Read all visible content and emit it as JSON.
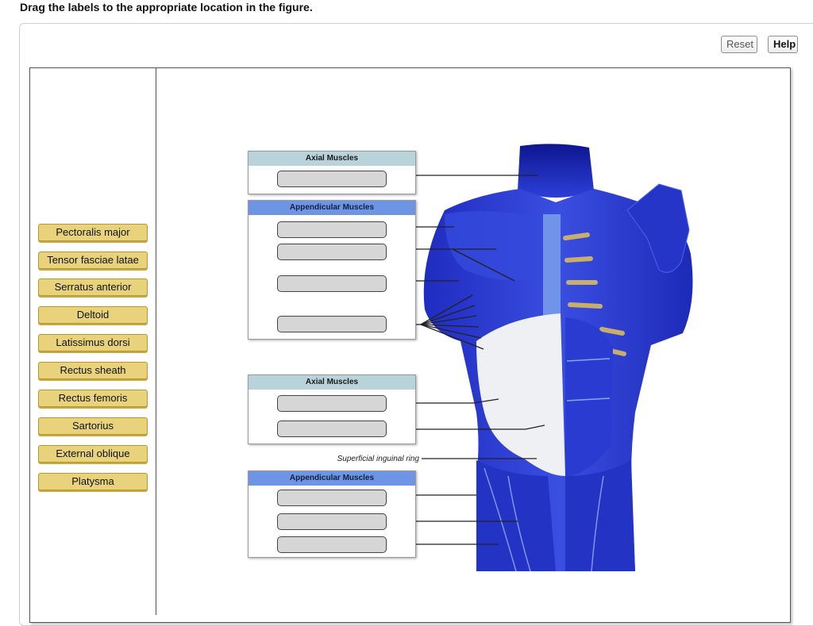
{
  "instruction": "Drag the labels to the appropriate location in the figure.",
  "toolbar": {
    "reset_label": "Reset",
    "help_label": "Help"
  },
  "label_bank": [
    "Pectoralis major",
    "Tensor fasciae latae",
    "Serratus anterior",
    "Deltoid",
    "Latissimus dorsi",
    "Rectus sheath",
    "Rectus femoris",
    "Sartorius",
    "External oblique",
    "Platysma"
  ],
  "figure": {
    "group1_title": "Axial Muscles",
    "group2_title": "Appendicular Muscles",
    "group3_title": "Axial Muscles",
    "group4_title": "Appendicular Muscles",
    "inguinal_label": "Superficial inguinal ring"
  },
  "colors": {
    "chip_fill": "#e8d27c",
    "axial_header": "#b8d3d9",
    "appendicular_header": "#6e95e4",
    "muscle_blue": "#2f3fd6",
    "fascia_white": "#eef0f4"
  }
}
